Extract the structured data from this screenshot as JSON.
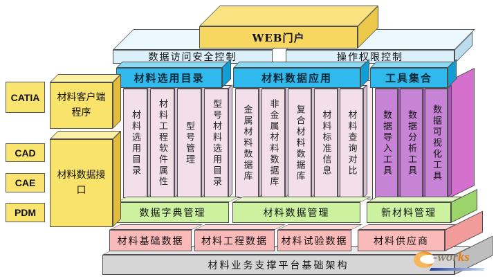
{
  "portal": {
    "label": "WEB门户"
  },
  "bars": [
    "数据访问安全控制",
    "操作权限控制"
  ],
  "towers": [
    {
      "header": "材料选用目录",
      "columns": [
        "材料选用目录",
        "材料工程软件属性",
        "型号管理",
        "型号材料选用目录"
      ]
    },
    {
      "header": "材料数据应用",
      "columns": [
        "金属材料数据库",
        "非金属材料数据库",
        "复合材料数据库",
        "材料标准信息",
        "材料查询对比"
      ]
    },
    {
      "header": "工具集合",
      "columns": [
        "数据导入工具",
        "数据分析工具",
        "数据可视化工具"
      ]
    }
  ],
  "management": [
    "数据字典管理",
    "材料数据管理",
    "新材料管理"
  ],
  "data_layer": [
    "材料基础数据",
    "材料工程数据",
    "材料试验数据",
    "材料供应商"
  ],
  "foundation": "材料业务支撑平台基础架构",
  "clients": [
    "CATIA",
    "CAD",
    "CAE",
    "PDM"
  ],
  "client_program": "材料客户端程序",
  "data_interface": "材料数据接口",
  "logo": {
    "word_head": "-wor",
    "word_tail": "ks"
  },
  "colors": {
    "portal_yellow": "#f7d75f",
    "bar_blue": "#dcf0fa",
    "header_cyan": "#2fb9ec",
    "column_pink": "#f2dfea",
    "tool_purple": "#c783d5",
    "tower_side_magenta": "#d56fce",
    "management_green": "#ccf2a0",
    "data_pink": "#fbbaba",
    "foundation_gray": "#d6d6d6",
    "client_yellow": "#f9e36a"
  }
}
